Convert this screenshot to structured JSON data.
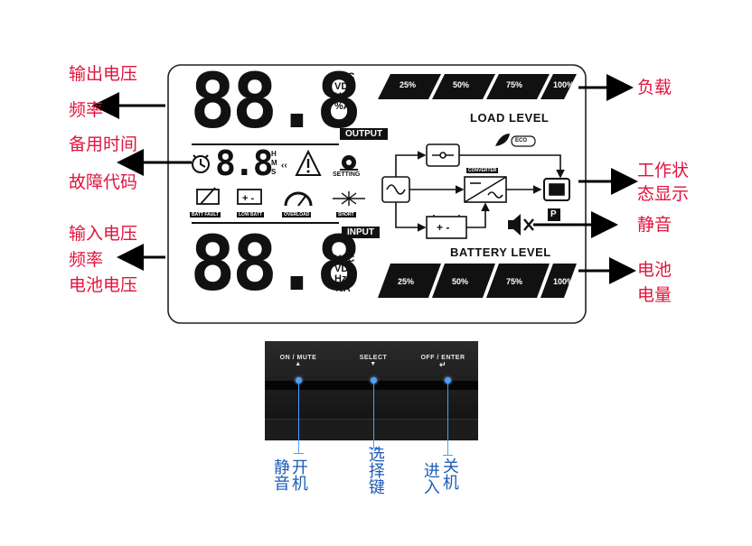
{
  "panel": {
    "units_top": [
      "VAC",
      "VDC",
      "Hz",
      "%A"
    ],
    "units_bottom": [
      "VAC",
      "VDC",
      "Hz",
      "%A"
    ],
    "top_digits": "88.8",
    "bottom_digits": "88.8",
    "small_digits": "8.8",
    "time_units": [
      "H",
      "M",
      "S"
    ],
    "output_label": "OUTPUT",
    "input_label": "INPUT",
    "load_level_label": "LOAD LEVEL",
    "battery_level_label": "BATTERY LEVEL",
    "load_segments": [
      "25%",
      "50%",
      "75%",
      "100%"
    ],
    "battery_segments": [
      "25%",
      "50%",
      "75%",
      "100%"
    ],
    "setting_label": "SETTING",
    "converter_label": "CONVERTER",
    "eco_label": "ECO",
    "p_label": "P",
    "icon_captions": [
      "BATT FAULT",
      "LOW BATT",
      "OVERLOAD",
      "SHORT"
    ]
  },
  "annotations": {
    "output_voltage": "输出电压",
    "frequency_1": "频率",
    "backup_time": "备用时间",
    "fault_code": "故障代码",
    "input_voltage": "输入电压",
    "frequency_2": "频率",
    "battery_voltage": "电池电压",
    "load": "负载",
    "work_status_1": "工作状",
    "work_status_2": "态显示",
    "mute": "静音",
    "battery_1": "电池",
    "battery_2": "电量"
  },
  "buttons": {
    "labels": [
      "ON / MUTE",
      "SELECT",
      "OFF / ENTER"
    ],
    "captions": [
      {
        "col1": "静音",
        "col2": "开机"
      },
      {
        "col1": "选择键"
      },
      {
        "col1": "进入",
        "col2": "关机"
      }
    ]
  },
  "colors": {
    "annotation": "#e0143c",
    "button_caption": "#1e5bb4",
    "lcd_ink": "#111111"
  }
}
